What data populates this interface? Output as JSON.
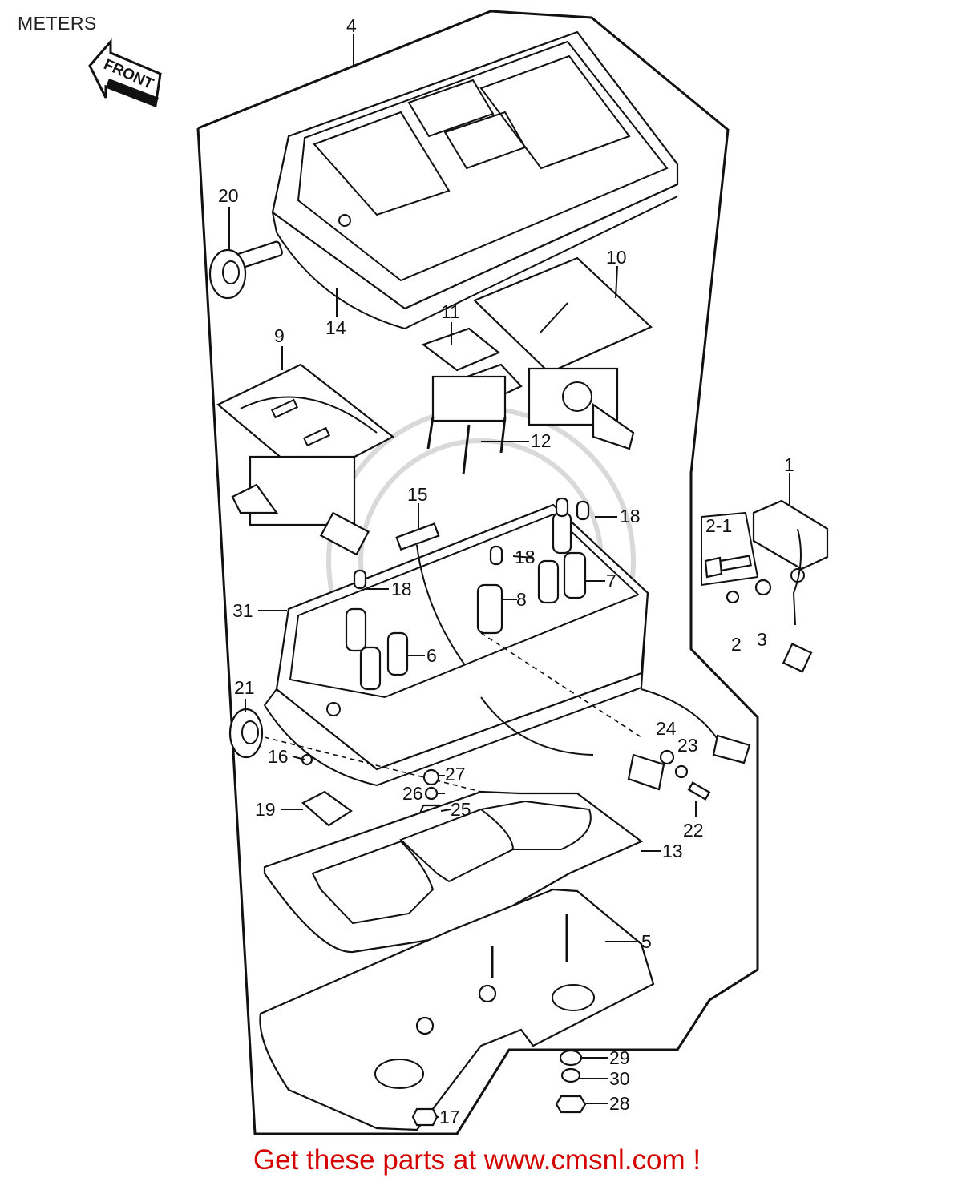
{
  "page": {
    "title": "METERS",
    "footer": "Get these parts at www.cmsnl.com !"
  },
  "front_arrow": {
    "label": "FRONT"
  },
  "callouts": {
    "c1": "1",
    "c2": "2",
    "c2_1": "2-1",
    "c3": "3",
    "c4": "4",
    "c5": "5",
    "c6": "6",
    "c7": "7",
    "c8": "8",
    "c9": "9",
    "c10": "10",
    "c11": "11",
    "c12": "12",
    "c13": "13",
    "c14": "14",
    "c15": "15",
    "c16": "16",
    "c17": "17",
    "c18a": "18",
    "c18b": "18",
    "c18c": "18",
    "c19": "19",
    "c20": "20",
    "c21": "21",
    "c22": "22",
    "c23": "23",
    "c24": "24",
    "c25": "25",
    "c26": "26",
    "c27": "27",
    "c28": "28",
    "c29": "29",
    "c30": "30",
    "c31": "31"
  }
}
